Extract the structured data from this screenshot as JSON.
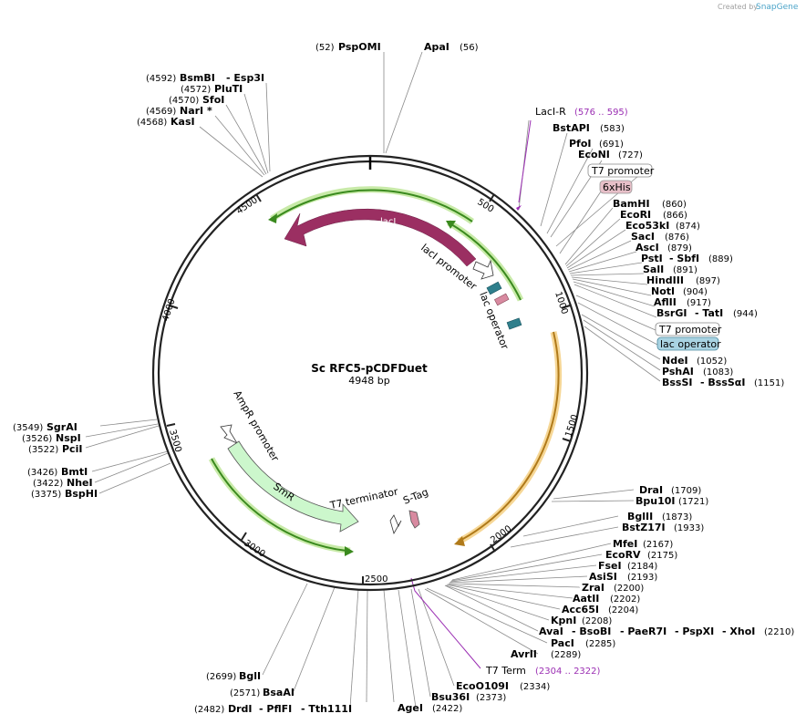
{
  "credit": {
    "created_by": "Created by",
    "brand": "SnapGene"
  },
  "plasmid": {
    "name": "Sc RFC5-pCDFDuet",
    "length": "4948 bp"
  },
  "ticks": [
    "500",
    "1000",
    "1500",
    "2000",
    "2500",
    "3000",
    "3500",
    "4000",
    "4500"
  ],
  "features": {
    "lacI": "lacI",
    "lacI_promoter": "lacI promoter",
    "lac_operator": "lac operator",
    "ampR_promoter": "AmpR promoter",
    "smR": "SmR",
    "t7_terminator": "T7 terminator",
    "s_tag": "S-Tag"
  },
  "top": {
    "pspomi_pos": "(52)",
    "pspomi": "PspOMI",
    "apai": "ApaI",
    "apai_pos": "(56)"
  },
  "left_top": {
    "bsmbi_pos": "(4592)",
    "bsmbi": "BsmBI",
    "esp3i": "- Esp3I",
    "pluti_pos": "(4572)",
    "pluti": "PluTI",
    "sfoi_pos": "(4570)",
    "sfoi": "SfoI",
    "nari_pos": "(4569)",
    "nari": "NarI *",
    "kasi_pos": "(4568)",
    "kasi": "KasI"
  },
  "right": {
    "laci_r": "LacI-R",
    "laci_r_range": "(576 .. 595)",
    "bstapi": "BstAPI",
    "bstapi_pos": "(583)",
    "pfoi": "PfoI",
    "pfoi_pos": "(691)",
    "econi": "EcoNI",
    "econi_pos": "(727)",
    "t7_promoter_1": "T7 promoter",
    "his6": "6xHis",
    "bamhi": "BamHI",
    "bamhi_pos": "(860)",
    "ecori": "EcoRI",
    "ecori_pos": "(866)",
    "eco53ki": "Eco53kI",
    "eco53ki_pos": "(874)",
    "saci": "SacI",
    "saci_pos": "(876)",
    "asci": "AscI",
    "asci_pos": "(879)",
    "psti": "PstI",
    "sbfi": "- SbfI",
    "psti_pos": "(889)",
    "sali": "SalI",
    "sali_pos": "(891)",
    "hindiii": "HindIII",
    "hindiii_pos": "(897)",
    "noti": "NotI",
    "noti_pos": "(904)",
    "aflii": "AflII",
    "aflii_pos": "(917)",
    "bsrgi": "BsrGI",
    "tati": "- TatI",
    "bsrgi_pos": "(944)",
    "t7_promoter_2": "T7 promoter",
    "lac_operator_box": "lac operator",
    "ndei": "NdeI",
    "ndei_pos": "(1052)",
    "pshai": "PshAI",
    "pshai_pos": "(1083)",
    "bsssi": "BssSI",
    "bsssai": "- BssSαI",
    "bsssi_pos": "(1151)"
  },
  "left": {
    "sgrai_pos": "(3549)",
    "sgrai": "SgrAI",
    "nspi_pos": "(3526)",
    "nspi": "NspI",
    "pcii_pos": "(3522)",
    "pcii": "PciI",
    "bmti_pos": "(3426)",
    "bmti": "BmtI",
    "nhei_pos": "(3422)",
    "nhei": "NheI",
    "bsphi_pos": "(3375)",
    "bsphi": "BspHI"
  },
  "bottom_right": {
    "drai": "DraI",
    "drai_pos": "(1709)",
    "bpu10i": "Bpu10I",
    "bpu10i_pos": "(1721)",
    "bglii": "BglII",
    "bglii_pos": "(1873)",
    "bstz17i": "BstZ17I",
    "bstz17i_pos": "(1933)",
    "mfei": "MfeI",
    "mfei_pos": "(2167)",
    "ecorv": "EcoRV",
    "ecorv_pos": "(2175)",
    "fsei": "FseI",
    "fsei_pos": "(2184)",
    "asisi": "AsiSI",
    "asisi_pos": "(2193)",
    "zrai": "ZraI",
    "zrai_pos": "(2200)",
    "aatii": "AatII",
    "aatii_pos": "(2202)",
    "acc65i": "Acc65I",
    "acc65i_pos": "(2204)",
    "kpni": "KpnI",
    "kpni_pos": "(2208)",
    "avai": "AvaI",
    "bsobi": "- BsoBI",
    "paer7i": "- PaeR7I",
    "pspxi": "- PspXI",
    "xhoi": "- XhoI",
    "avai_pos": "(2210)",
    "paci": "PacI",
    "paci_pos": "(2285)",
    "avrii": "AvrII",
    "avrii_pos": "(2289)",
    "t7_term": "T7 Term",
    "t7_term_range": "(2304 .. 2322)",
    "eco0109i": "EcoO109I",
    "eco0109i_pos": "(2334)",
    "bsu36i": "Bsu36I",
    "bsu36i_pos": "(2373)",
    "agei": "AgeI",
    "agei_pos": "(2422)"
  },
  "bottom": {
    "bgli_pos": "(2699)",
    "bgli": "BglI",
    "bsaai_pos": "(2571)",
    "bsaai": "BsaAI",
    "drdi_pos": "(2482)",
    "drdi": "DrdI",
    "pflfi": "- PflFI",
    "tth111i": "- Tth111I"
  },
  "colors": {
    "backbone": "#222222",
    "laci": "#9b2f62",
    "green_arrow": "#3a8a1e",
    "green_glow": "#c8eaa8",
    "orange_arrow": "#b07a1a",
    "orange_glow": "#f6d796",
    "smr_fill": "#ccf7cc",
    "operator": "#2f7f8c",
    "his_fill": "#e7bfc8",
    "lacop_fill": "#a9d3e2",
    "purple": "#9b2fb3"
  }
}
